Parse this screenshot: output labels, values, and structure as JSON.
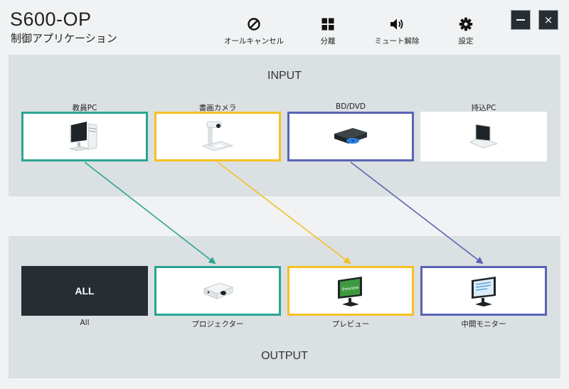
{
  "header": {
    "title": "S600-OP",
    "subtitle": "制御アプリケーション"
  },
  "toolbar": [
    {
      "label": "オールキャンセル",
      "icon": "cancel-icon"
    },
    {
      "label": "分離",
      "icon": "grid-icon"
    },
    {
      "label": "ミュート解除",
      "icon": "speaker-icon"
    },
    {
      "label": "設定",
      "icon": "gear-icon"
    }
  ],
  "window": {
    "minimize_icon": "minimize-icon",
    "close_glyph": "×"
  },
  "input": {
    "title": "INPUT",
    "items": [
      {
        "label": "教員PC",
        "icon": "desktop-pc-icon",
        "border": "#2aa592"
      },
      {
        "label": "書画カメラ",
        "icon": "document-camera-icon",
        "border": "#f5c022"
      },
      {
        "label": "BD/DVD",
        "icon": "bluray-player-icon",
        "border": "#5a64b4"
      },
      {
        "label": "持込PC",
        "icon": "laptop-icon",
        "border": "#ffffff"
      }
    ]
  },
  "output": {
    "title": "OUTPUT",
    "items": [
      {
        "label": "All",
        "tile_text": "ALL",
        "border": "#262d33"
      },
      {
        "label": "プロジェクター",
        "icon": "projector-icon",
        "border": "#2aa592"
      },
      {
        "label": "プレビュー",
        "icon": "preview-monitor-icon",
        "border": "#f5c022"
      },
      {
        "label": "中間モニター",
        "icon": "monitor-icon",
        "border": "#5a64b4"
      }
    ]
  },
  "routes": [
    {
      "from": 0,
      "to": 1,
      "color": "#2aa592"
    },
    {
      "from": 1,
      "to": 2,
      "color": "#f5c022"
    },
    {
      "from": 2,
      "to": 3,
      "color": "#5a64b4"
    }
  ]
}
